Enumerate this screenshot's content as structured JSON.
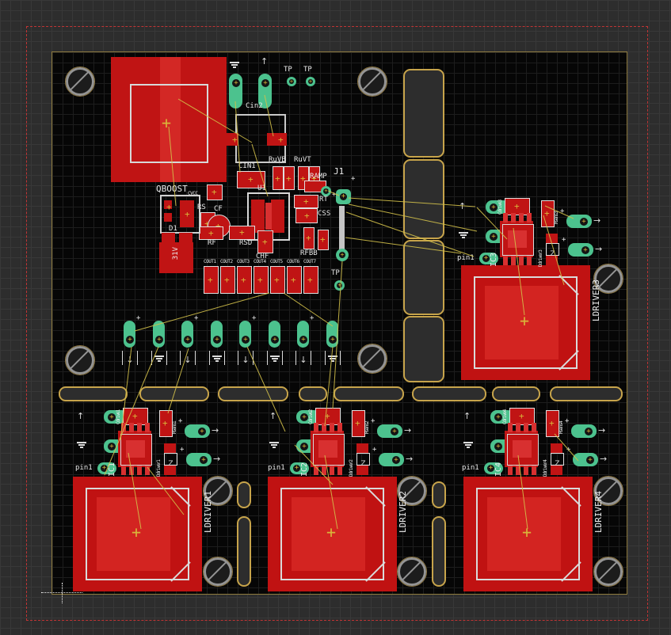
{
  "editor": {
    "type": "pcb-layout-canvas",
    "colors": {
      "background": "#2d2d2d",
      "board": "#060606",
      "copper_red": "#c01414",
      "pad_green": "#4cc28e",
      "dimension_yellow": "#c7a44b",
      "ratsnest_yellow": "#d2c04a",
      "silkscreen_white": "#dcdcdc",
      "keepout_red_dashed": "#c03434"
    }
  },
  "refs": {
    "qboost": "QBOOST",
    "cin2": "Cin2",
    "cin1": "CIN1",
    "ruvb": "RuVB",
    "ruvt": "RuVT",
    "ramp": "RAMP",
    "j1": "J1",
    "u1": "U1",
    "rt": "RT",
    "css": "CSS",
    "cvcc": "CVCC",
    "rs": "RS",
    "cf": "CF",
    "rf": "RF",
    "rsd": "RSD",
    "chf": "CHF",
    "rfbb": "RFBB",
    "d1": "D1",
    "d1_value": "31V",
    "tp": "TP"
  },
  "cout_labels": [
    "COUT1",
    "COUT2",
    "COUT3",
    "COUT4",
    "COUT5",
    "COUT6",
    "COUT7"
  ],
  "ic_clusters": [
    {
      "ref": "IC1",
      "pin1": "pin1",
      "cap_label": "Cdrive1",
      "sense_label": "Rsens1",
      "diode_label": "Ddriver1"
    },
    {
      "ref": "IC2",
      "pin1": "pin1",
      "cap_label": "Cdrive2",
      "sense_label": "Rsens2",
      "diode_label": "Ddriver2"
    },
    {
      "ref": "IC3",
      "pin1": "pin1",
      "cap_label": "Cdrive3",
      "sense_label": "Rsens3",
      "diode_label": "Ddriver3"
    },
    {
      "ref": "IC4",
      "pin1": "pin1",
      "cap_label": "Cdrive4",
      "sense_label": "Rsens4",
      "diode_label": "Ddriver4"
    }
  ],
  "drivers": [
    {
      "ref": "LDRIVER1"
    },
    {
      "ref": "LDRIVER2"
    },
    {
      "ref": "LDRIVER3"
    },
    {
      "ref": "LDRIVER4"
    }
  ]
}
